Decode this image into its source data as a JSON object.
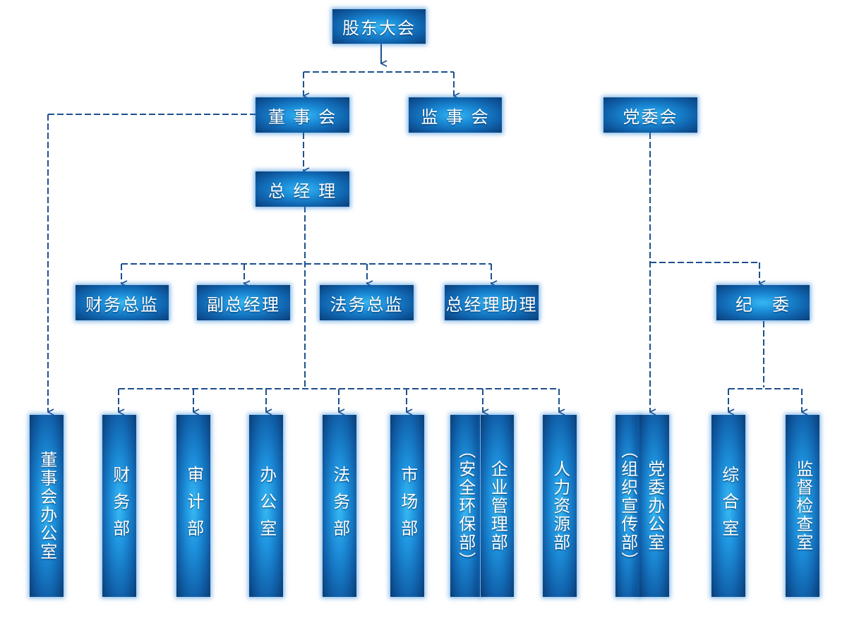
{
  "nodes": {
    "shareholders": "股东大会",
    "board": "董 事 会",
    "supervisory": "监 事 会",
    "party_committee": "党委会",
    "general_manager": "总 经 理",
    "cfo": "财务总监",
    "deputy_gm": "副总经理",
    "legal_director": "法务总监",
    "gm_assistant": "总经理助理",
    "discipline": "纪　委"
  },
  "departments": {
    "board_office": "董事会办公室",
    "finance": "财务部",
    "audit": "审计部",
    "office": "办公室",
    "legal": "法务部",
    "market": "市场部",
    "safety": "（安全环保部）",
    "enterprise_mgmt": "企业管理部",
    "hr": "人力资源部",
    "organization": "（组织宣传部）",
    "party_office": "党委办公室",
    "general_office": "综合室",
    "inspection": "监督检查室"
  },
  "colors": {
    "line": "#1f4f8f",
    "box_center": "#35b7f3",
    "box_edge": "#0a3f79"
  }
}
